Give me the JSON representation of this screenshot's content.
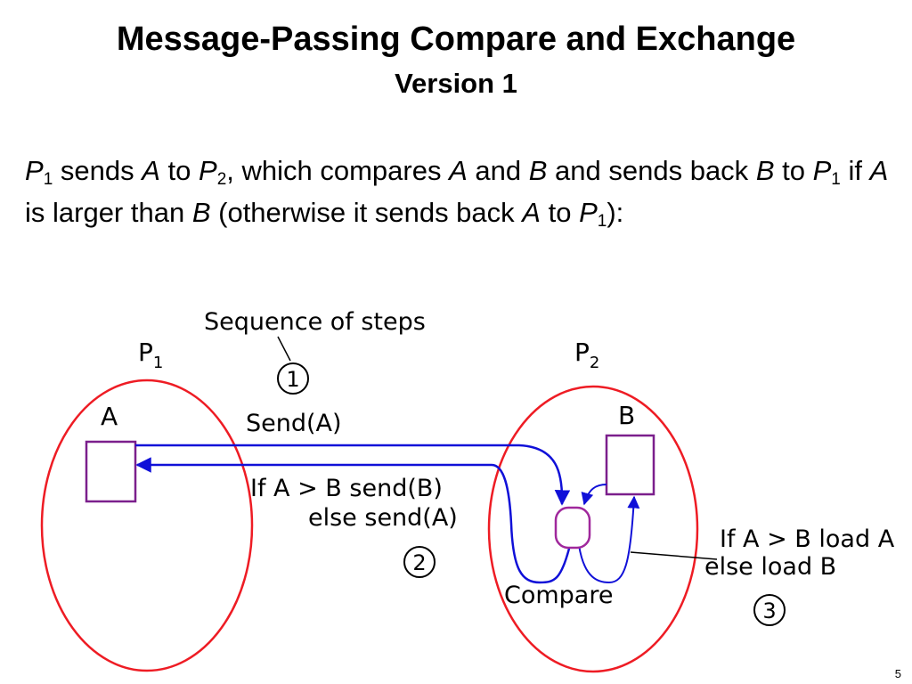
{
  "slide": {
    "title": "Message-Passing Compare and Exchange",
    "subtitle": "Version 1",
    "page_number": "5"
  },
  "paragraph": {
    "t1": "P",
    "t1_sub": "1",
    "t2": " sends ",
    "t3": "A",
    "t4": " to ",
    "t5": "P",
    "t5_sub": "2",
    "t6": ", which compares ",
    "t7": "A",
    "t8": " and ",
    "t9": "B",
    "t10": " and sends back ",
    "t11": "B",
    "t12": " to ",
    "t13": "P",
    "t13_sub": "1",
    "t14": " if ",
    "t15": "A",
    "t16": " is larger than ",
    "t17": "B",
    "t18": " (otherwise it sends back ",
    "t19": "A",
    "t20": " to ",
    "t21": "P",
    "t21_sub": "1",
    "t22": "):"
  },
  "diagram": {
    "sequence_label": "Sequence of steps",
    "p1_label": "P",
    "p1_sub": "1",
    "p2_label": "P",
    "p2_sub": "2",
    "a_label": "A",
    "b_label": "B",
    "step1_num": "1",
    "step1_label": "Send(A)",
    "step2_line1": "If A > B send(B)",
    "step2_line2": "else send(A)",
    "step2_num": "2",
    "compare_label": "Compare",
    "step3_line1": "If A > B load A",
    "step3_line2": "else load B",
    "step3_num": "3",
    "colors": {
      "process_circle": "#ee1c24",
      "register_box": "#7b1f8c",
      "compare_node": "#a0289c",
      "arrow": "#1010d8",
      "text": "#000000"
    }
  }
}
